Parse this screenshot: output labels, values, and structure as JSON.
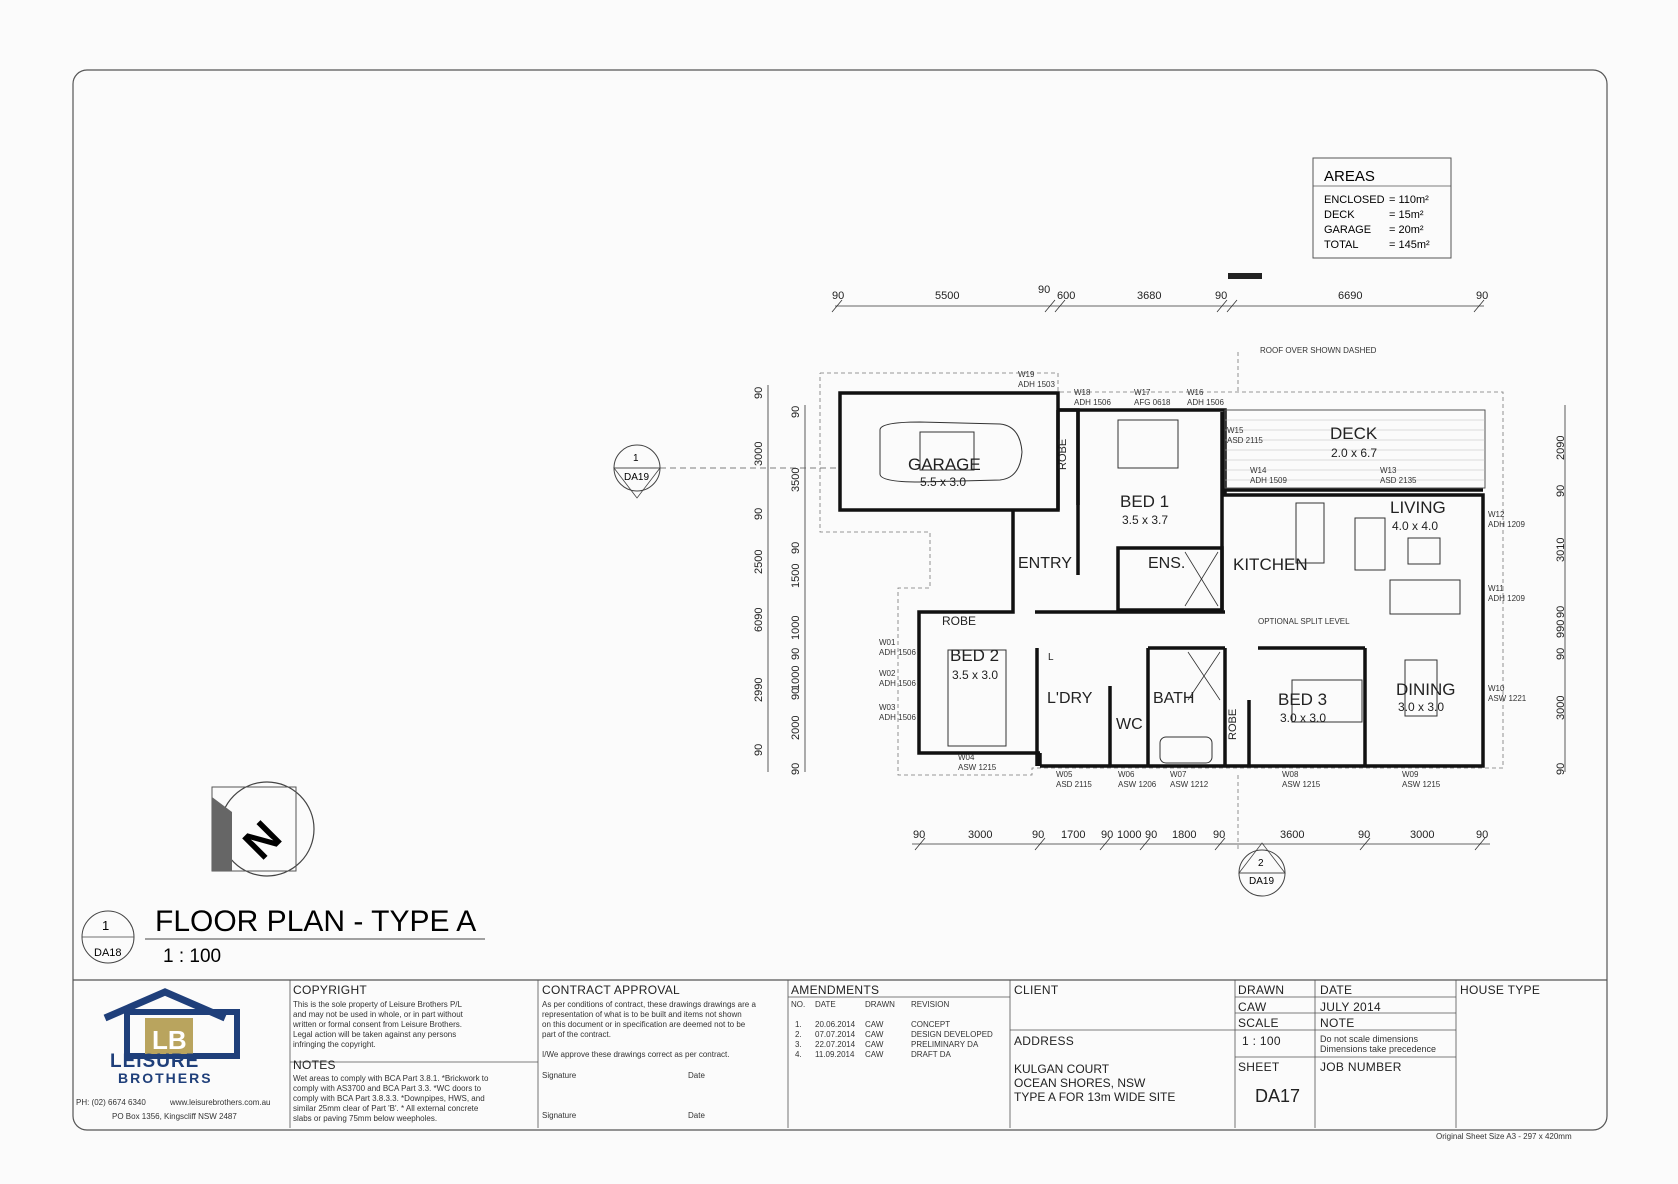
{
  "areas": {
    "title": "AREAS",
    "rows": [
      {
        "label": "ENCLOSED",
        "value": "= 110m²"
      },
      {
        "label": "DECK",
        "value": "= 15m²"
      },
      {
        "label": "GARAGE",
        "value": "= 20m²"
      },
      {
        "label": "TOTAL",
        "value": "= 145m²"
      }
    ]
  },
  "rooms": [
    {
      "name": "GARAGE",
      "size": "5.5 x 3.0"
    },
    {
      "name": "BED 1",
      "size": "3.5 x 3.7"
    },
    {
      "name": "DECK",
      "size": "2.0 x 6.7"
    },
    {
      "name": "LIVING",
      "size": "4.0 x 4.0"
    },
    {
      "name": "KITCHEN",
      "size": ""
    },
    {
      "name": "ENTRY",
      "size": ""
    },
    {
      "name": "ENS.",
      "size": ""
    },
    {
      "name": "BED 2",
      "size": "3.5 x 3.0"
    },
    {
      "name": "L'DRY",
      "size": ""
    },
    {
      "name": "WC",
      "size": ""
    },
    {
      "name": "BATH",
      "size": ""
    },
    {
      "name": "BED 3",
      "size": "3.0 x 3.0"
    },
    {
      "name": "DINING",
      "size": "3.0 x 3.0"
    },
    {
      "name": "ROBE",
      "size": ""
    },
    {
      "name": "ROBE",
      "size": ""
    },
    {
      "name": "ROBE",
      "size": ""
    },
    {
      "name": "L",
      "size": ""
    }
  ],
  "top_dims": [
    "90",
    "5500",
    "90",
    "600",
    "3680",
    "90",
    "6690",
    "90"
  ],
  "bottom_dims": [
    "90",
    "3000",
    "90",
    "1700",
    "90",
    "1000",
    "90",
    "1800",
    "90",
    "3600",
    "90",
    "3000",
    "90"
  ],
  "left_dims_outer": [
    "90",
    "3000",
    "90",
    "2500",
    "6090",
    "2990",
    "90"
  ],
  "left_dims_inner": [
    "90",
    "3500",
    "90",
    "1500",
    "1000",
    "90",
    "1000",
    "90",
    "2000",
    "90"
  ],
  "right_dims": [
    "2090",
    "90",
    "3010",
    "90",
    "990",
    "90",
    "3000",
    "90"
  ],
  "windows": [
    {
      "code": "W19",
      "type": "ADH 1503"
    },
    {
      "code": "W18",
      "type": "ADH 1506"
    },
    {
      "code": "W17",
      "type": "AFG 0618"
    },
    {
      "code": "W16",
      "type": "ADH 1506"
    },
    {
      "code": "W15",
      "type": "ASD 2115"
    },
    {
      "code": "W14",
      "type": "ADH 1509"
    },
    {
      "code": "W13",
      "type": "ASD 2135"
    },
    {
      "code": "W12",
      "type": "ADH 1209"
    },
    {
      "code": "W11",
      "type": "ADH 1209"
    },
    {
      "code": "W10",
      "type": "ASW 1221"
    },
    {
      "code": "W09",
      "type": "ASW 1215"
    },
    {
      "code": "W08",
      "type": "ASW 1215"
    },
    {
      "code": "W07",
      "type": "ASW 1212"
    },
    {
      "code": "W06",
      "type": "ASW 1206"
    },
    {
      "code": "W05",
      "type": "ASD 2115"
    },
    {
      "code": "W04",
      "type": "ASW 1215"
    },
    {
      "code": "W03",
      "type": "ADH 1506"
    },
    {
      "code": "W02",
      "type": "ADH 1506"
    },
    {
      "code": "W01",
      "type": "ADH 1506"
    }
  ],
  "notes_on_plan": {
    "roof": "ROOF OVER SHOWN DASHED",
    "split": "OPTIONAL SPLIT LEVEL"
  },
  "section_markers": [
    {
      "num": "1",
      "ref": "DA19"
    },
    {
      "num": "2",
      "ref": "DA19"
    }
  ],
  "drawing_title": {
    "num": "1",
    "ref": "DA18",
    "title": "FLOOR PLAN - TYPE A",
    "scale": "1 : 100"
  },
  "logo": {
    "letters": "LB",
    "line1": "LEISURE",
    "line2": "BROTHERS"
  },
  "contact": {
    "phone": "PH: (02) 6674 6340",
    "web": "www.leisurebrothers.com.au",
    "po": "PO Box 1356, Kingscliff NSW 2487"
  },
  "copyright": {
    "title": "COPYRIGHT",
    "lines": [
      "This is the sole property of Leisure Brothers P/L",
      "and may not be used in whole, or in part without",
      "written or formal consent from Leisure Brothers.",
      "Legal action will be taken against any persons",
      "infringing the copyright."
    ]
  },
  "notes": {
    "title": "NOTES",
    "lines": [
      "Wet areas to comply with BCA Part 3.8.1. *Brickwork to",
      "comply with AS3700 and BCA Part 3.3. *WC doors to",
      "comply with BCA Part 3.8.3.3. *Downpipes, HWS, and",
      "similar 25mm clear of Part 'B'. * All external concrete",
      "slabs or paving 75mm below weepholes."
    ]
  },
  "contract": {
    "title": "CONTRACT APPROVAL",
    "lines": [
      "As per conditions of contract, these drawings drawings are a",
      "representation of what is to be built and items not shown",
      "on this document or in specification are deemed not to be",
      "part of the contract."
    ],
    "approve": "I/We approve these drawings correct as per contract.",
    "signature": "Signature",
    "date": "Date"
  },
  "amendments": {
    "title": "AMENDMENTS",
    "headers": [
      "NO.",
      "DATE",
      "DRAWN",
      "REVISION"
    ],
    "rows": [
      [
        "1.",
        "20.06.2014",
        "CAW",
        "CONCEPT"
      ],
      [
        "2.",
        "07.07.2014",
        "CAW",
        "DESIGN DEVELOPED"
      ],
      [
        "3.",
        "22.07.2014",
        "CAW",
        "PRELIMINARY DA"
      ],
      [
        "4.",
        "11.09.2014",
        "CAW",
        "DRAFT DA"
      ]
    ]
  },
  "client": {
    "title": "CLIENT",
    "address_label": "ADDRESS",
    "address_lines": [
      "KULGAN COURT",
      "OCEAN SHORES, NSW",
      "TYPE A FOR 13m WIDE SITE"
    ]
  },
  "drawn": {
    "label": "DRAWN",
    "value": "CAW"
  },
  "scale": {
    "label": "SCALE",
    "value": "1 : 100"
  },
  "sheet": {
    "label": "SHEET",
    "value": "DA17"
  },
  "date": {
    "label": "DATE",
    "value": "JULY 2014"
  },
  "note": {
    "label": "NOTE",
    "lines": [
      "Do not scale dimensions",
      "Dimensions take precedence"
    ]
  },
  "job": {
    "label": "JOB NUMBER"
  },
  "house_type": {
    "label": "HOUSE TYPE"
  },
  "sheet_size": "Original Sheet Size A3 - 297 x 420mm"
}
